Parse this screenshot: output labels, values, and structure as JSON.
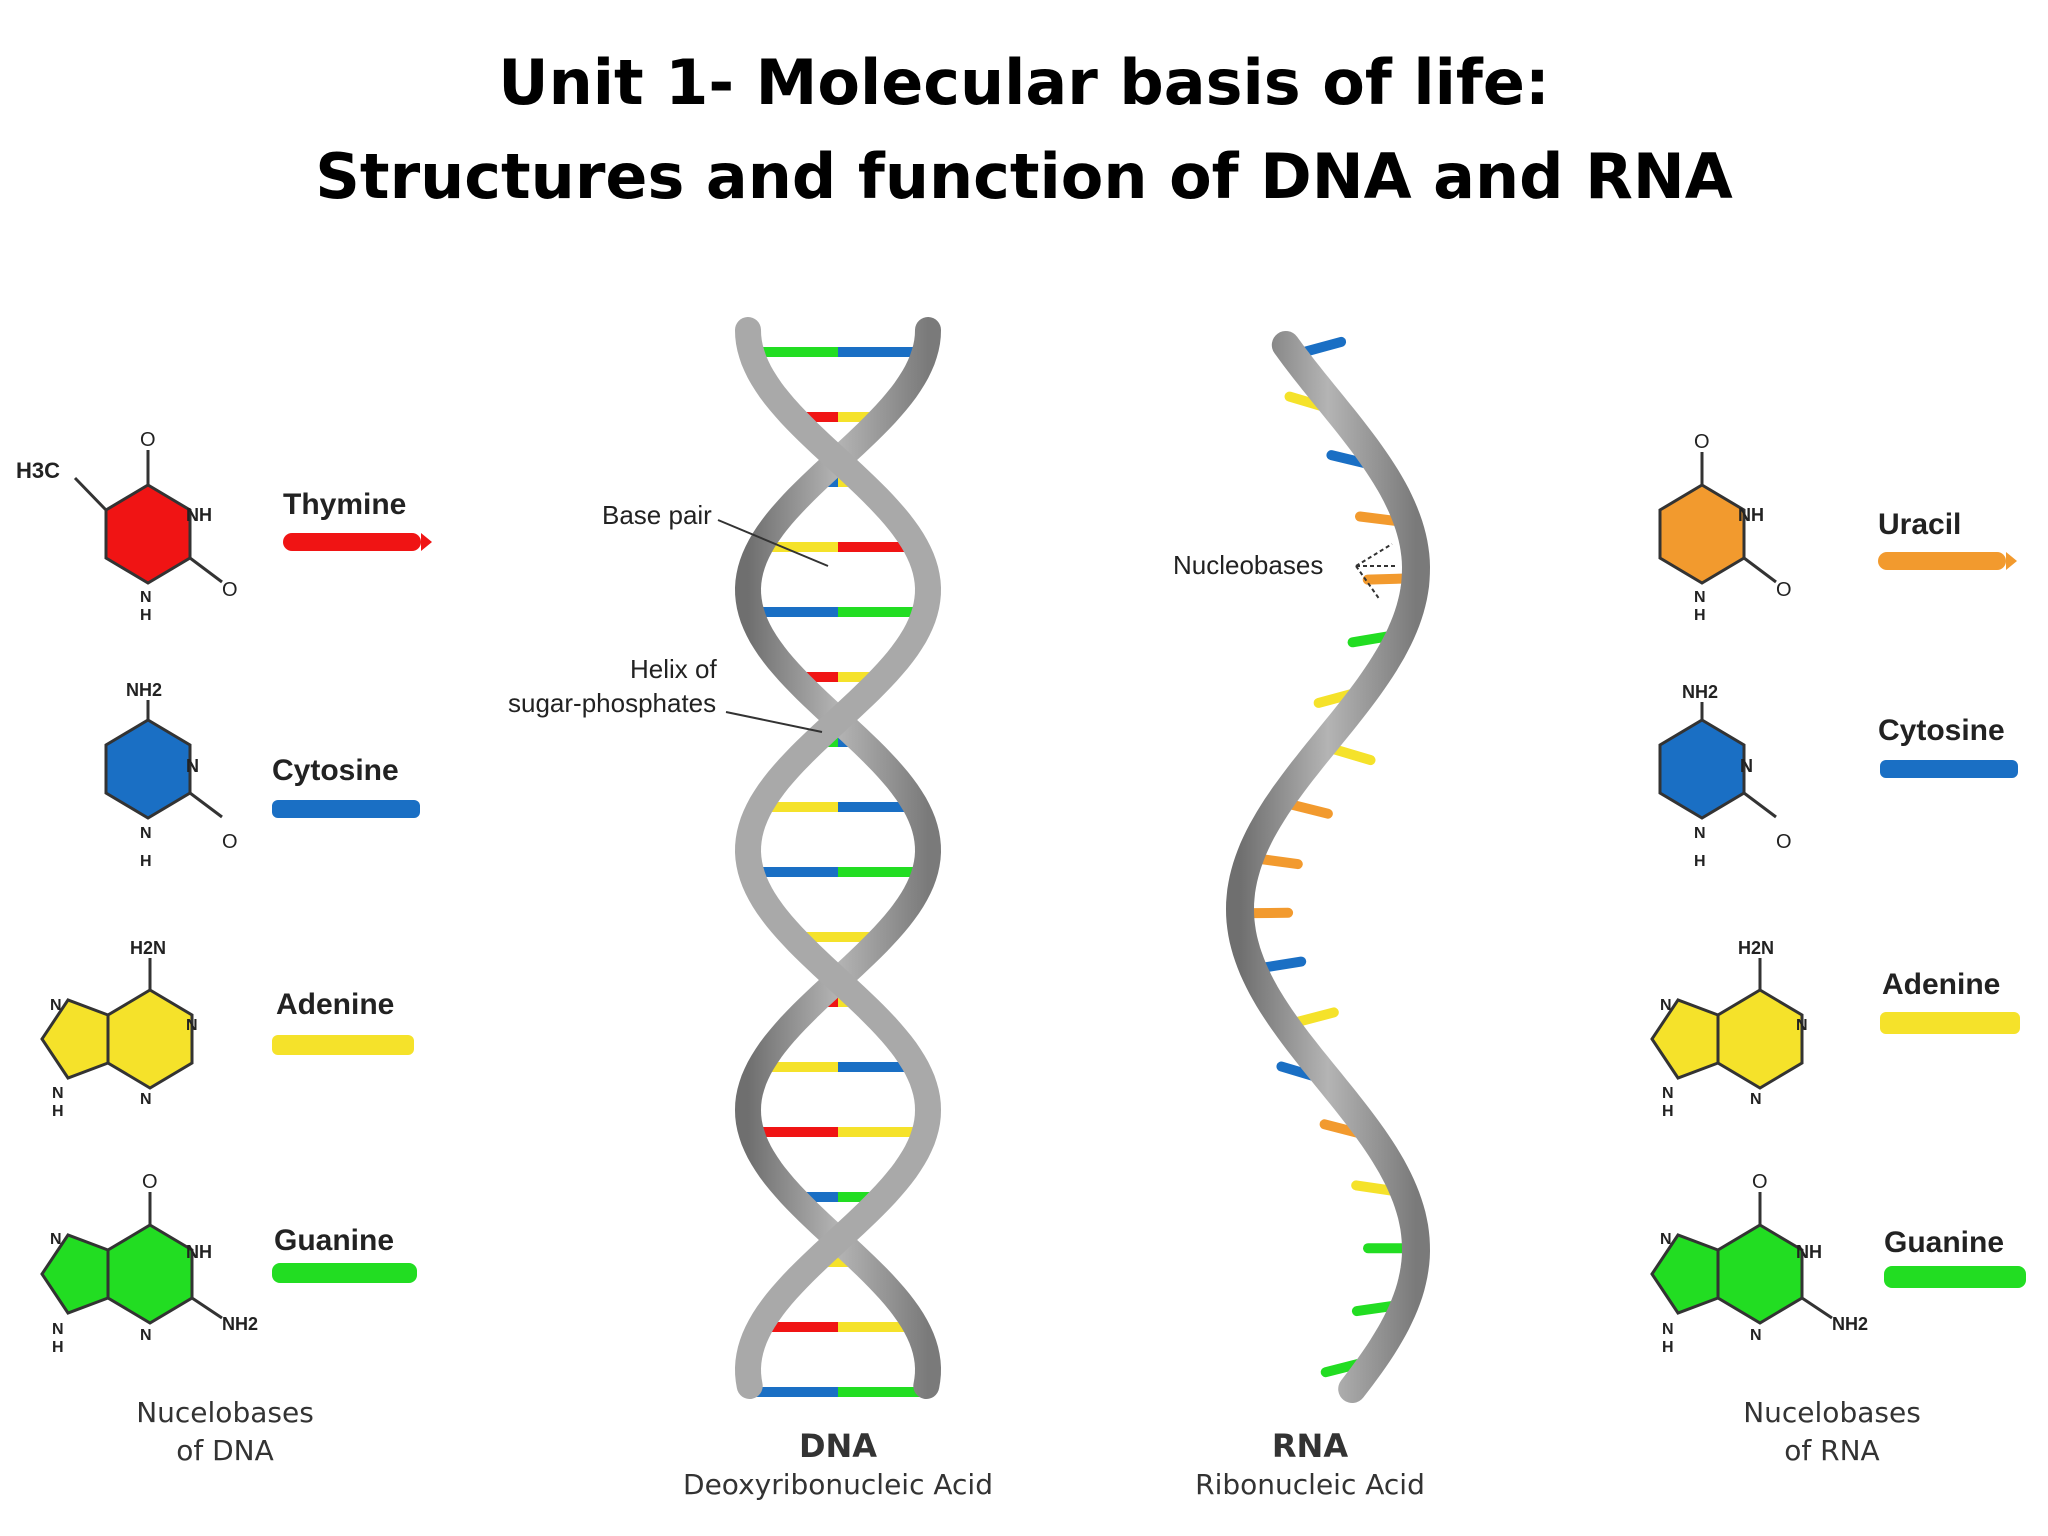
{
  "title": {
    "line1": "Unit 1- Molecular basis of life:",
    "line2": "Structures and function of DNA and RNA"
  },
  "colors": {
    "thymine": "#f01414",
    "cytosine": "#1a6fc4",
    "adenine": "#f5e22a",
    "guanine": "#22dd22",
    "uracil": "#f29a2e",
    "backbone": "#9a9a9a"
  },
  "dna_bases": [
    {
      "name": "Thymine",
      "color_key": "thymine"
    },
    {
      "name": "Cytosine",
      "color_key": "cytosine"
    },
    {
      "name": "Adenine",
      "color_key": "adenine"
    },
    {
      "name": "Guanine",
      "color_key": "guanine"
    }
  ],
  "rna_bases": [
    {
      "name": "Uracil",
      "color_key": "uracil"
    },
    {
      "name": "Cytosine",
      "color_key": "cytosine"
    },
    {
      "name": "Adenine",
      "color_key": "adenine"
    },
    {
      "name": "Guanine",
      "color_key": "guanine"
    }
  ],
  "atoms": {
    "h3c": "H3C",
    "o": "O",
    "nh": "NH",
    "n": "N",
    "h": "H",
    "nh2": "NH2",
    "h2n": "H2N"
  },
  "annotations": {
    "base_pair": "Base pair",
    "helix_line1": "Helix of",
    "helix_line2": "sugar-phosphates",
    "nucleobases": "Nucleobases"
  },
  "captions": {
    "dna_bases_line1": "Nucelobases",
    "dna_bases_line2": "of DNA",
    "rna_bases_line1": "Nucelobases",
    "rna_bases_line2": "of RNA",
    "dna": "DNA",
    "dna_full": "Deoxyribonucleic Acid",
    "rna": "RNA",
    "rna_full": "Ribonucleic Acid"
  },
  "dna_rungs": [
    "G-C",
    "T-A",
    "C-A",
    "A-T",
    "C-G",
    "T-A",
    "G-C",
    "A-C",
    "C-G",
    "A-Y",
    "T-Y",
    "A-C",
    "T-A",
    "C-G",
    "A-Y",
    "T-Y",
    "C-G"
  ],
  "rna_bases_sequence": [
    "cytosine",
    "adenine",
    "cytosine",
    "uracil",
    "uracil",
    "guanine",
    "adenine",
    "adenine",
    "uracil",
    "uracil",
    "uracil",
    "cytosine",
    "adenine",
    "cytosine",
    "uracil",
    "adenine",
    "guanine",
    "guanine",
    "guanine"
  ]
}
